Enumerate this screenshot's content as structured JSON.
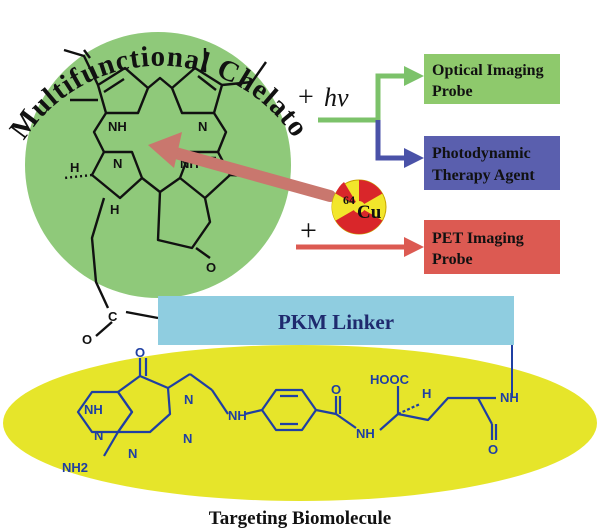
{
  "colors": {
    "chelator_circle": "#8fc97a",
    "optical_box": "#8ec96c",
    "pdt_box": "#5a5fae",
    "pet_box": "#dc5a52",
    "linker_box": "#8fcde0",
    "biomolecule_ellipse": "#e6e52a",
    "chem_blue": "#1f3fa3",
    "chem_black": "#111111",
    "radiation_yellow": "#f2e62b",
    "radiation_red": "#d9262a",
    "arrow_red": "#c9776e",
    "arrow_green": "#7cc26a",
    "arrow_blue": "#4a52a8"
  },
  "title_arc": "Multifunctional Chelator",
  "light": {
    "plus": "+",
    "hv": "hv"
  },
  "copper": {
    "plus": "+",
    "mass": "64",
    "symbol": "Cu"
  },
  "outputs": {
    "optical": [
      "Optical Imaging",
      "Probe"
    ],
    "pdt": [
      "Photodynamic",
      "Therapy Agent"
    ],
    "pet": [
      "PET Imaging",
      "Probe"
    ]
  },
  "linker_label": "PKM Linker",
  "biomolecule_label": "Targeting Biomolecule",
  "chelator_atoms": {
    "nh_left": "NH",
    "n_right": "N",
    "n_left": "N",
    "nh_right": "NH",
    "h_top": "H",
    "h_bottom": "H",
    "o_ketone": "O",
    "c_carbonyl": "C",
    "o_carbonyl": "O"
  },
  "folate_atoms": {
    "o_top": "O",
    "nh_ring": "NH",
    "n1": "N",
    "n2": "N",
    "n3": "N",
    "n4": "N",
    "nh2": "NH2",
    "nh_link": "NH",
    "nh_amide": "NH",
    "o_amide": "O",
    "hooc": "HOOC",
    "h": "H",
    "nh_end": "NH",
    "o_end": "O"
  }
}
